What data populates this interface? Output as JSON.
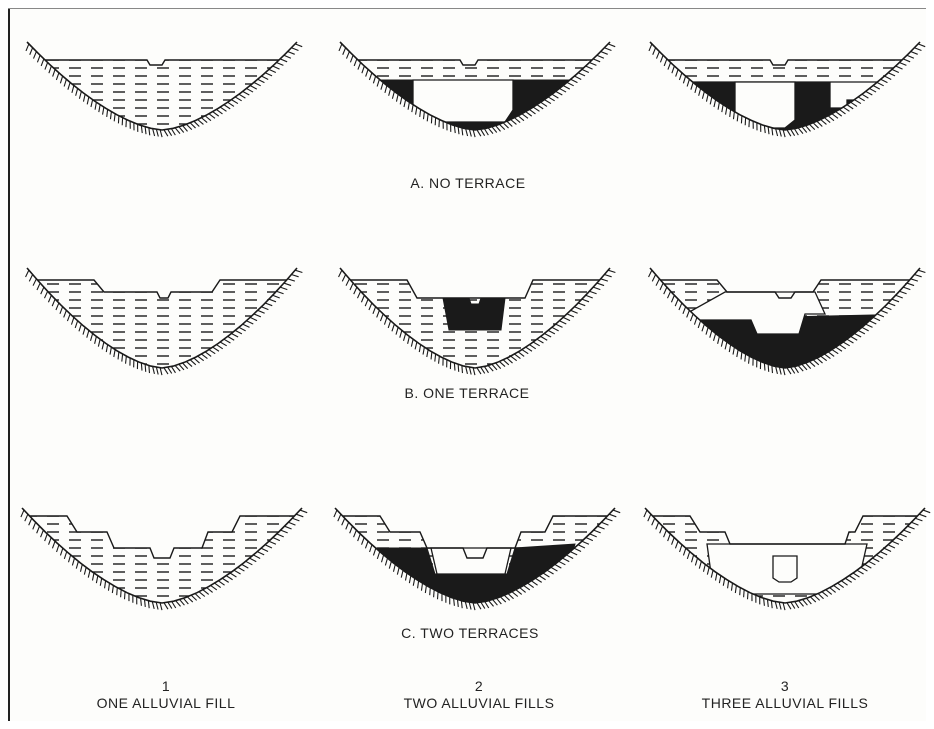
{
  "rows": [
    {
      "id": "A",
      "label": "A.  NO TERRACE"
    },
    {
      "id": "B",
      "label": "B.  ONE TERRACE"
    },
    {
      "id": "C",
      "label": "C.  TWO TERRACES"
    }
  ],
  "columns": [
    {
      "number": "1",
      "label": "ONE ALLUVIAL FILL"
    },
    {
      "number": "2",
      "label": "TWO ALLUVIAL FILLS"
    },
    {
      "number": "3",
      "label": "THREE ALLUVIAL FILLS"
    }
  ],
  "colors": {
    "ink": "#1a1a1a",
    "paper": "#fdfdfb",
    "dark_fill": "#1a1a1a"
  }
}
